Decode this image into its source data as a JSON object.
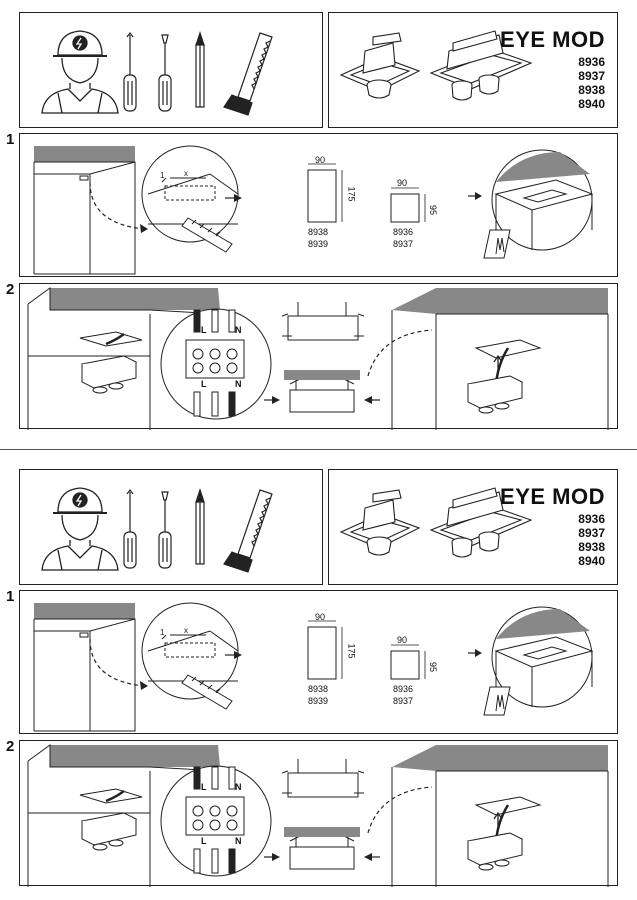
{
  "sheets": [
    {
      "title": "EYE MOD",
      "codes": [
        "8936",
        "8937",
        "8938",
        "8940"
      ],
      "step1": {
        "number": "1",
        "rect_cutout": {
          "width": "90",
          "height": "175",
          "codes": [
            "8938",
            "8939"
          ]
        },
        "square_cutout": {
          "width": "90",
          "height": "95",
          "codes": [
            "8936",
            "8937"
          ]
        }
      },
      "step2": {
        "number": "2",
        "terminal_top": [
          "L",
          "N"
        ],
        "terminal_bottom": [
          "L",
          "N"
        ]
      }
    },
    {
      "title": "EYE MOD",
      "codes": [
        "8936",
        "8937",
        "8938",
        "8940"
      ],
      "step1": {
        "number": "1",
        "rect_cutout": {
          "width": "90",
          "height": "175",
          "codes": [
            "8938",
            "8939"
          ]
        },
        "square_cutout": {
          "width": "90",
          "height": "95",
          "codes": [
            "8936",
            "8937"
          ]
        }
      },
      "step2": {
        "number": "2",
        "terminal_top": [
          "L",
          "N"
        ],
        "terminal_bottom": [
          "L",
          "N"
        ]
      }
    }
  ]
}
